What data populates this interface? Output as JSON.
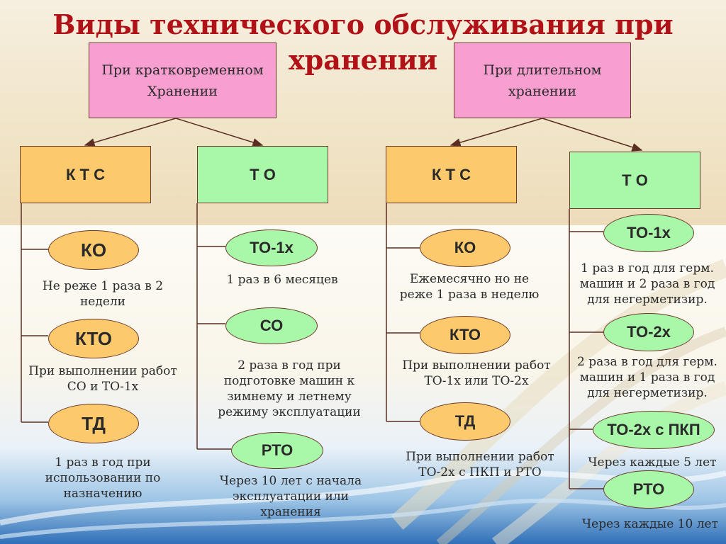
{
  "title": "Виды технического обслуживания при хранении",
  "short_storage": {
    "label": "При кратковременном Хранении",
    "kts": {
      "label": "К Т С",
      "items": [
        {
          "oval": "КО",
          "desc": "Не реже 1 раза в 2 недели"
        },
        {
          "oval": "КТО",
          "desc": "При выполнении работ СО и ТО-1х"
        },
        {
          "oval": "ТД",
          "desc": "1 раз в год при использовании по назначению"
        }
      ]
    },
    "to": {
      "label": "Т О",
      "items": [
        {
          "oval": "ТО-1х",
          "desc": "1 раз в 6 месяцев"
        },
        {
          "oval": "СО",
          "desc": "2 раза в год при подготовке машин к зимнему и летнему режиму эксплуатации"
        },
        {
          "oval": "РТО",
          "desc": "Через 10 лет с начала эксплуатации или хранения"
        }
      ]
    }
  },
  "long_storage": {
    "label": "При длительном хранении",
    "kts": {
      "label": "К Т С",
      "items": [
        {
          "oval": "КО",
          "desc": "Ежемесячно но не реже 1 раза в неделю"
        },
        {
          "oval": "КТО",
          "desc": "При выполнении работ ТО-1х или ТО-2х"
        },
        {
          "oval": "ТД",
          "desc": "При выполнении работ ТО-2х с ПКП и РТО"
        }
      ]
    },
    "to": {
      "label": "Т О",
      "items": [
        {
          "oval": "ТО-1х",
          "desc": "1 раз в год для герм. машин и 2 раза в год для негерметизир."
        },
        {
          "oval": "ТО-2х",
          "desc": "2 раза в год для герм. машин и 1 раза в год для негерметизир."
        },
        {
          "oval": "ТО-2х с ПКП",
          "desc": "Через каждые 5 лет"
        },
        {
          "oval": "РТО",
          "desc": "Через каждые 10 лет"
        }
      ]
    }
  }
}
